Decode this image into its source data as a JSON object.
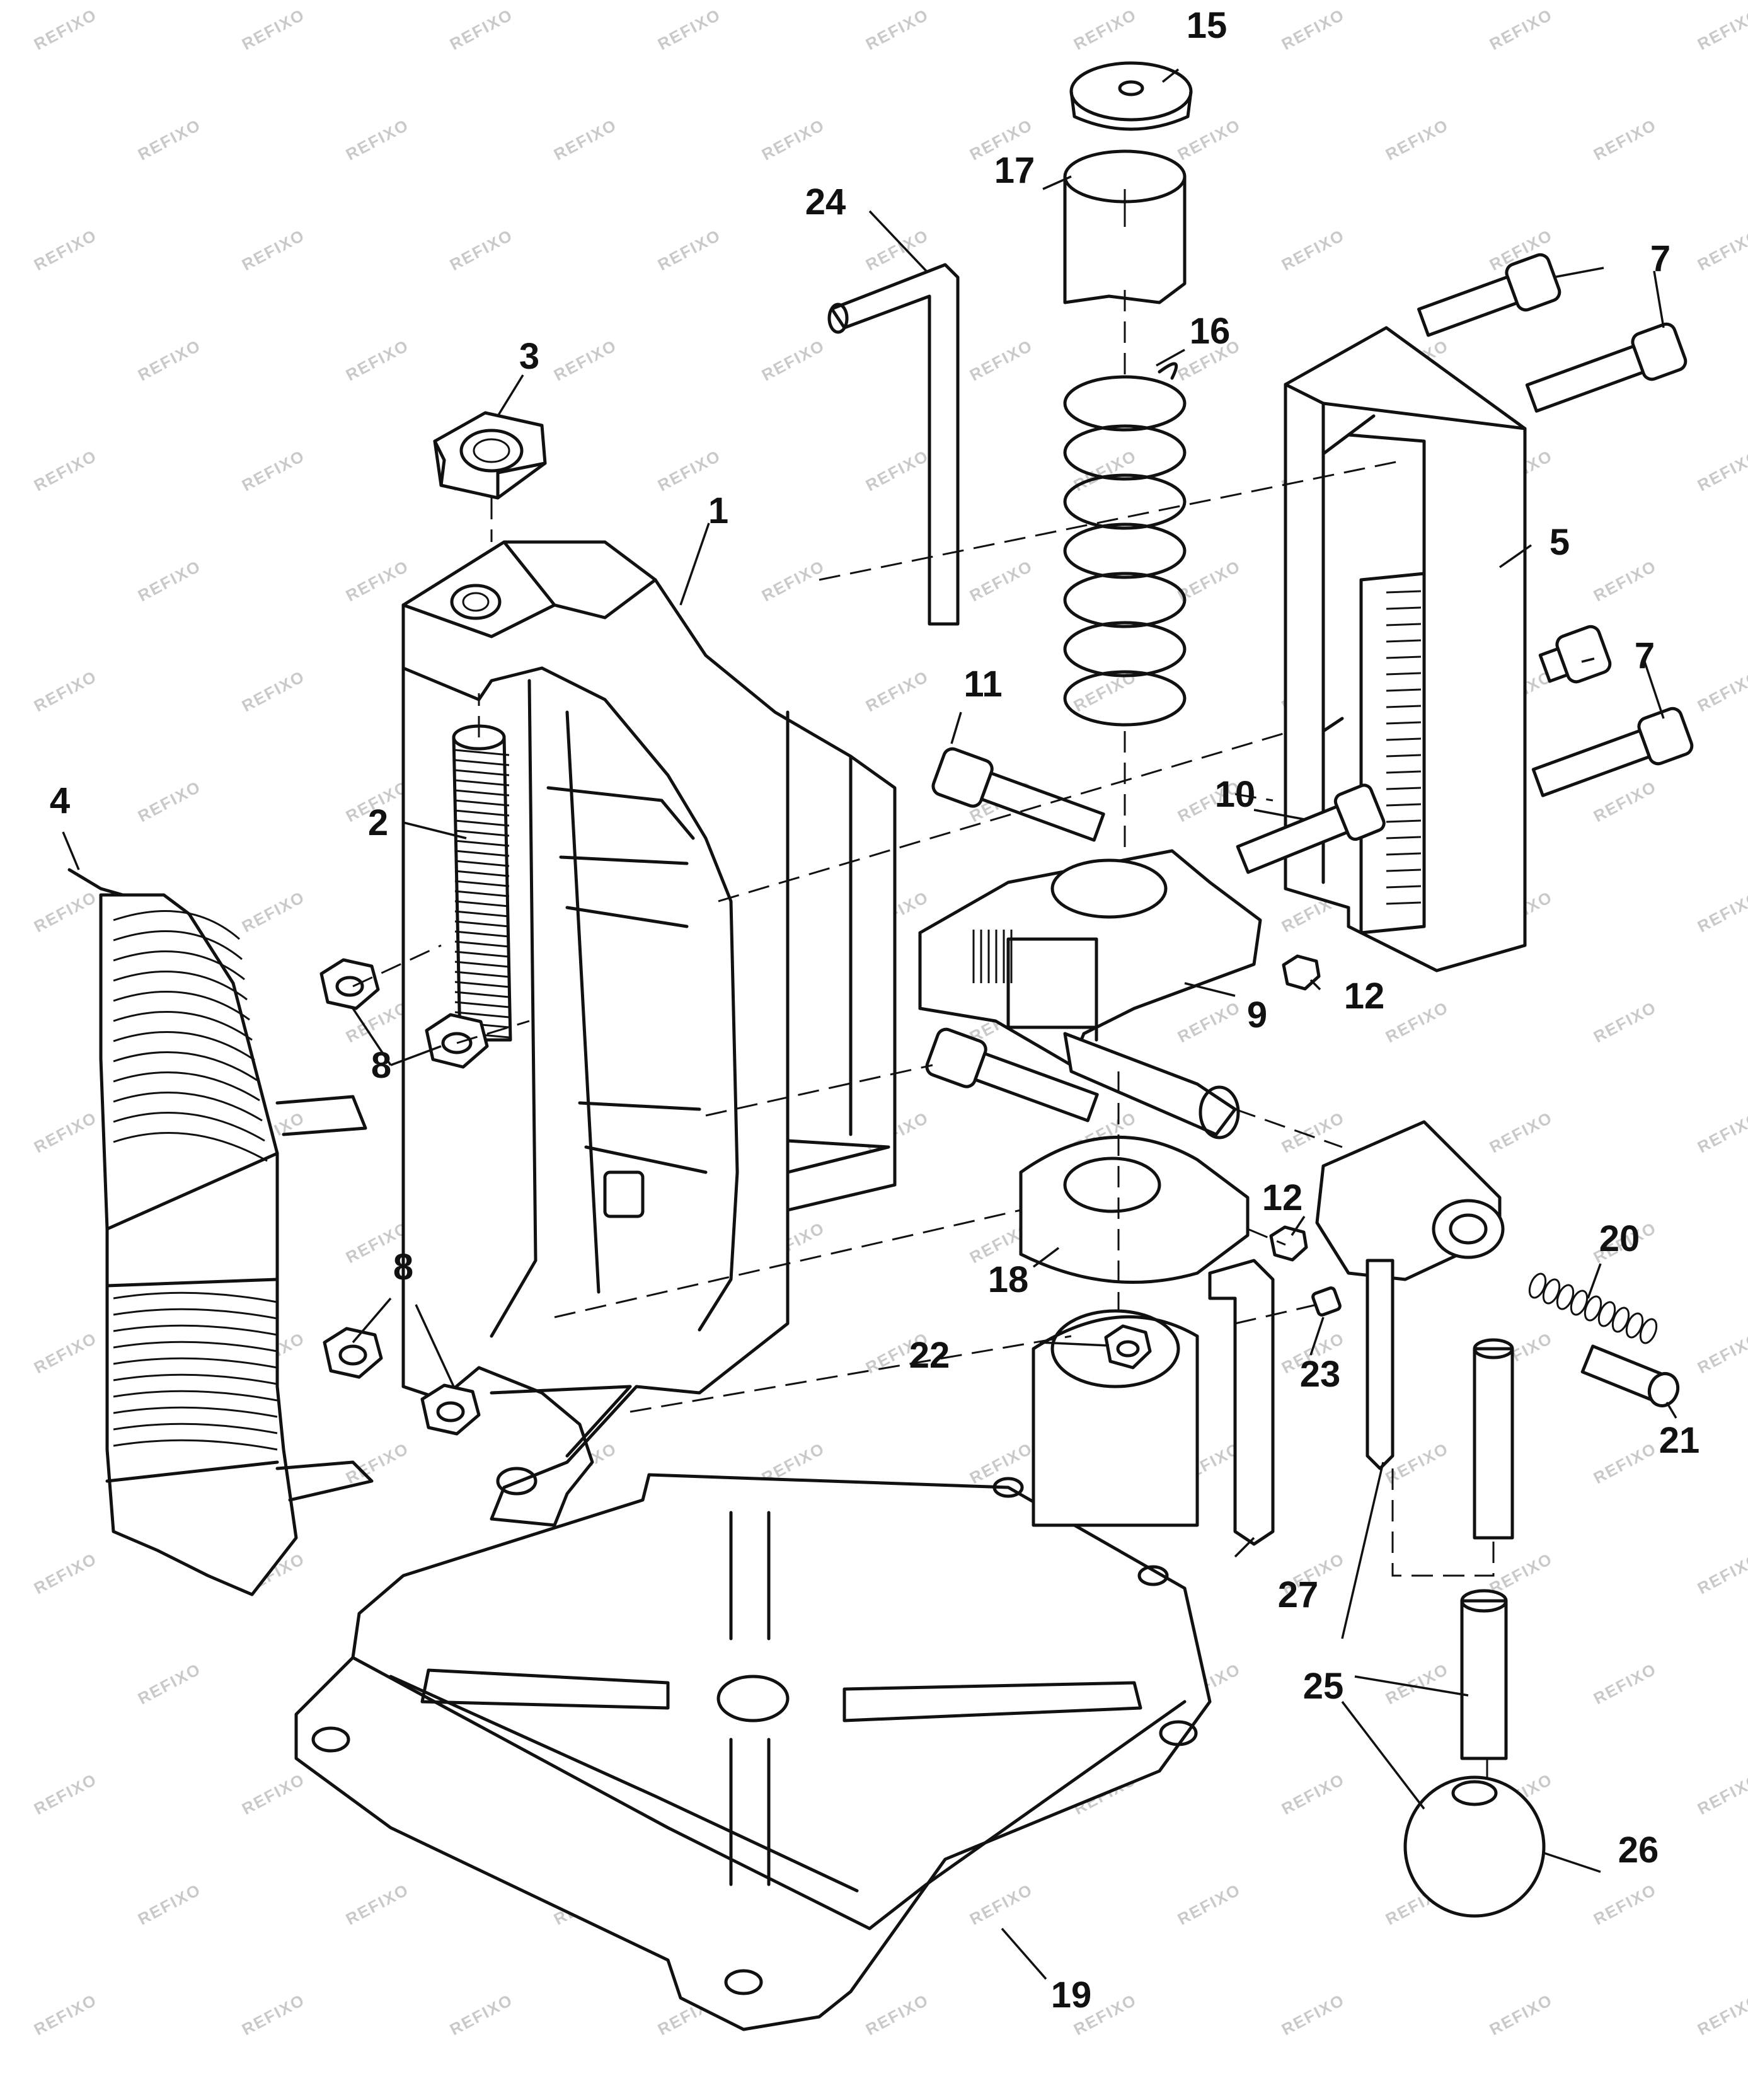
{
  "watermark": "REFIXO",
  "callouts": [
    {
      "id": "c1",
      "label": "1"
    },
    {
      "id": "c2",
      "label": "2"
    },
    {
      "id": "c3",
      "label": "3"
    },
    {
      "id": "c4",
      "label": "4"
    },
    {
      "id": "c5",
      "label": "5"
    },
    {
      "id": "c7a",
      "label": "7"
    },
    {
      "id": "c7b",
      "label": "7"
    },
    {
      "id": "c8a",
      "label": "8"
    },
    {
      "id": "c8b",
      "label": "8"
    },
    {
      "id": "c9",
      "label": "9"
    },
    {
      "id": "c10",
      "label": "10"
    },
    {
      "id": "c11",
      "label": "11"
    },
    {
      "id": "c12a",
      "label": "12"
    },
    {
      "id": "c12b",
      "label": "12"
    },
    {
      "id": "c15",
      "label": "15"
    },
    {
      "id": "c16",
      "label": "16"
    },
    {
      "id": "c17",
      "label": "17"
    },
    {
      "id": "c18",
      "label": "18"
    },
    {
      "id": "c19",
      "label": "19"
    },
    {
      "id": "c20",
      "label": "20"
    },
    {
      "id": "c21",
      "label": "21"
    },
    {
      "id": "c22",
      "label": "22"
    },
    {
      "id": "c23",
      "label": "23"
    },
    {
      "id": "c24",
      "label": "24"
    },
    {
      "id": "c25",
      "label": "25"
    },
    {
      "id": "c26",
      "label": "26"
    },
    {
      "id": "c27",
      "label": "27"
    }
  ]
}
